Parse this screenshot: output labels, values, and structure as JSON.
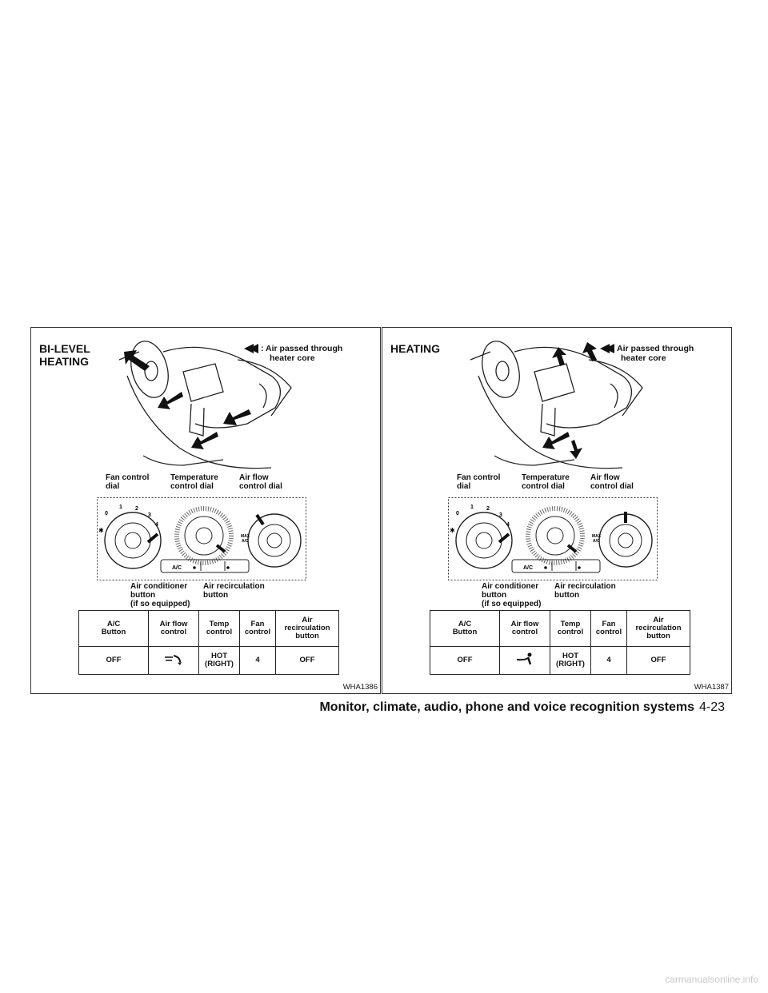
{
  "figures": [
    {
      "title": "BI-LEVEL\nHEATING",
      "legend": ": Air passed through",
      "legend2": "heater core",
      "callouts": {
        "fan": "Fan control\ndial",
        "temp": "Temperature\ncontrol dial",
        "airflow": "Air flow\ncontrol dial",
        "ac": "Air conditioner\nbutton\n(if so equipped)",
        "recirc": "Air recirculation\nbutton"
      },
      "table": {
        "headers": [
          "A/C\nButton",
          "Air flow\ncontrol",
          "Temp\ncontrol",
          "Fan\ncontrol",
          "Air\nrecirculation\nbutton"
        ],
        "values": [
          "OFF",
          "",
          "HOT\n(RIGHT)",
          "4",
          "OFF"
        ],
        "airflow_mode_icon": "bi-level-vent-icon"
      },
      "figure_id": "WHA1386"
    },
    {
      "title": "HEATING",
      "legend": ": Air passed through",
      "legend2": "heater core",
      "callouts": {
        "fan": "Fan control\ndial",
        "temp": "Temperature\ncontrol dial",
        "airflow": "Air flow\ncontrol dial",
        "ac": "Air conditioner\nbutton\n(if so equipped)",
        "recirc": "Air recirculation\nbutton"
      },
      "table": {
        "headers": [
          "A/C\nButton",
          "Air flow\ncontrol",
          "Temp\ncontrol",
          "Fan\ncontrol",
          "Air\nrecirculation\nbutton"
        ],
        "values": [
          "OFF",
          "",
          "HOT\n(RIGHT)",
          "4",
          "OFF"
        ],
        "airflow_mode_icon": "floor-vent-icon"
      },
      "figure_id": "WHA1387"
    }
  ],
  "dial_labels": {
    "fan": [
      "0",
      "1",
      "2",
      "3",
      "4"
    ],
    "max_ac": "MAX\nA/C",
    "ac_button": "A/C"
  },
  "footer": {
    "section": "Monitor, climate, audio, phone and voice recognition systems",
    "page": "4-23"
  },
  "watermark": "carmanualsonline.info"
}
